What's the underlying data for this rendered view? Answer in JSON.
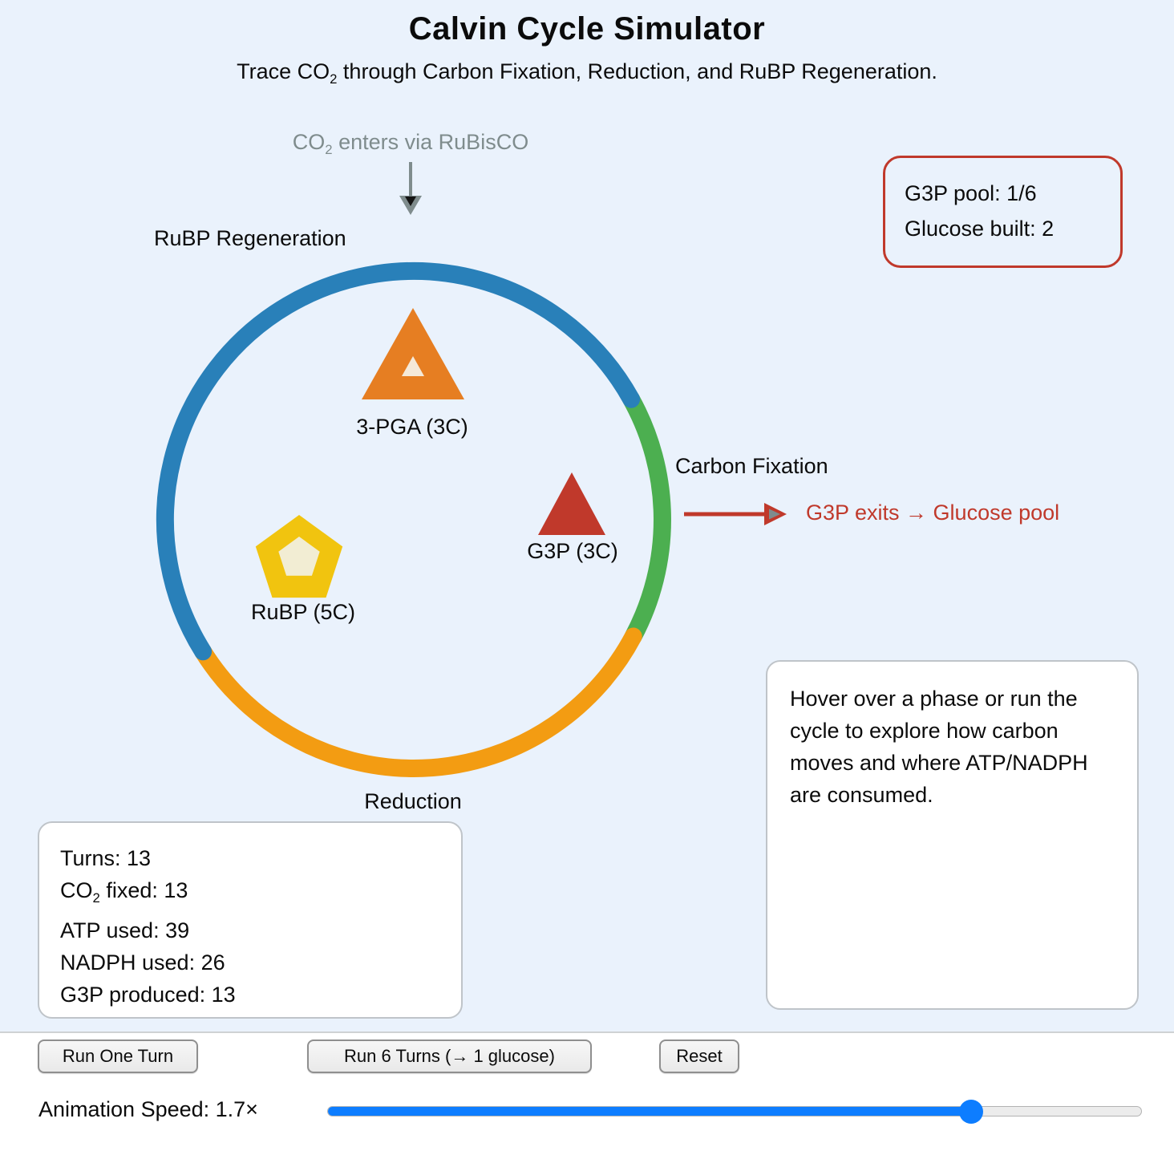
{
  "app": {
    "title": "Calvin Cycle Simulator",
    "subtitle": {
      "pre": "Trace CO",
      "sub": "2",
      "post": " through Carbon Fixation, Reduction, and RuBP Regeneration."
    }
  },
  "colors": {
    "background": "#eaf2fc",
    "regeneration_blue": "#2980b9",
    "fixation_green": "#4caf50",
    "reduction_orange": "#f39c12",
    "pga_orange": "#e67e22",
    "g3p_red": "#c0392b",
    "rubp_yellow": "#f1c40f",
    "triangle_inner_cream": "#f5e9d8",
    "pentagon_inner_cream": "#f2edd3",
    "annotation_gray": "#7f8c8d",
    "accent_red": "#c0392b",
    "slider_blue": "#0d7dff"
  },
  "cycle": {
    "co2_annotation": {
      "pre": "CO",
      "sub": "2",
      "post": " enters via RuBisCO"
    },
    "phases": [
      {
        "id": "regeneration",
        "label": "RuBP Regeneration",
        "color": "#2980b9"
      },
      {
        "id": "fixation",
        "label": "Carbon Fixation",
        "color": "#4caf50"
      },
      {
        "id": "reduction",
        "label": "Reduction",
        "color": "#f39c12"
      }
    ],
    "molecules": [
      {
        "id": "pga",
        "label": "3-PGA (3C)",
        "shape": "triangle",
        "color": "#e67e22"
      },
      {
        "id": "g3p",
        "label": "G3P (3C)",
        "shape": "triangle",
        "color": "#c0392b"
      },
      {
        "id": "rubp",
        "label": "RuBP (5C)",
        "shape": "pentagon",
        "color": "#f1c40f"
      }
    ],
    "g3p_exit_label": "G3P exits → Glucose pool"
  },
  "pool_box": {
    "g3p_pool": "G3P pool: 1/6",
    "glucose_built": "Glucose built: 2"
  },
  "stats_box": {
    "turns": "Turns: 13",
    "co2_fixed": {
      "pre": "CO",
      "sub": "2",
      "post": " fixed: 13"
    },
    "atp_used": "ATP used: 39",
    "nadph_used": "NADPH used: 26",
    "g3p_produced": "G3P produced: 13"
  },
  "info_box": {
    "message": "Hover over a phase or run the cycle to explore how carbon moves and where ATP/NADPH are consumed."
  },
  "controls": {
    "run_one_label": "Run One Turn",
    "run_six_label": "Run 6 Turns (→ 1 glucose)",
    "reset_label": "Reset",
    "speed_label": "Animation Speed: 1.7×",
    "speed_value": "1.7×",
    "slider_percent": 79
  }
}
